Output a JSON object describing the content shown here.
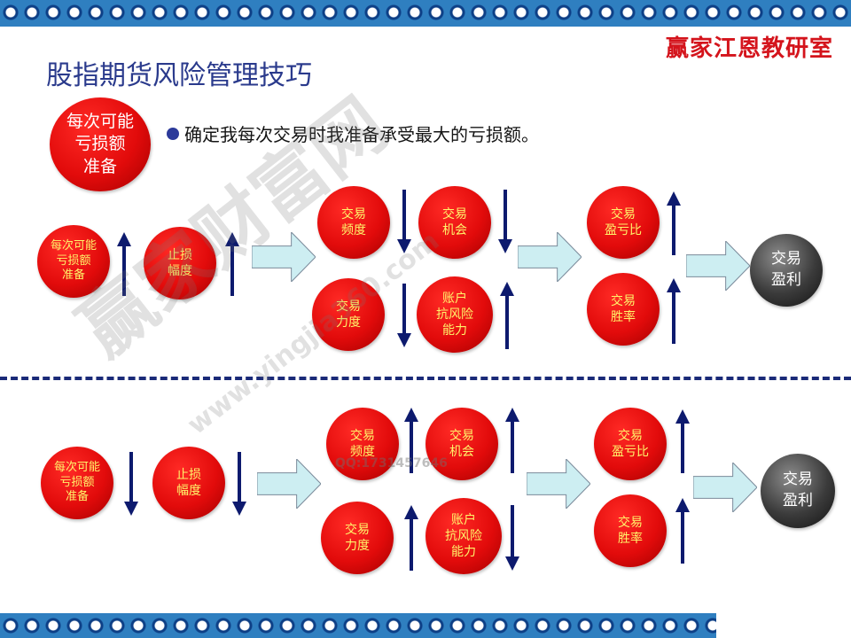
{
  "brand": "赢家江恩教研室",
  "title": "股指期货风险管理技巧",
  "bullet": "确定我每次交易时我准备承受最大的亏损额。",
  "intro_circle": "每次可能\n亏损额\n准备",
  "watermark": {
    "main": "赢家财富网",
    "url": "www.yingjia360.com",
    "qq": "QQ:1731457646"
  },
  "colors": {
    "circle_red": "#e20b0b",
    "circle_text": "#fff36a",
    "arrow_navy": "#0d1a6e",
    "block_arrow": "#cdeef2",
    "title_blue": "#2a3a8c",
    "brand_red": "#d4141c"
  },
  "top": {
    "loss": {
      "label": "每次可能\n亏损额\n准备",
      "dir": "up"
    },
    "stop": {
      "label": "止损\n幅度",
      "dir": "up"
    },
    "freq": {
      "label": "交易\n频度",
      "dir": "down"
    },
    "chance": {
      "label": "交易\n机会",
      "dir": "down"
    },
    "force": {
      "label": "交易\n力度",
      "dir": "down"
    },
    "risk": {
      "label": "账户\n抗风险\n能力",
      "dir": "up"
    },
    "pl_ratio": {
      "label": "交易\n盈亏比",
      "dir": "up"
    },
    "win_rate": {
      "label": "交易\n胜率",
      "dir": "up"
    },
    "result": {
      "label": "交易\n盈利"
    }
  },
  "bottom": {
    "loss": {
      "label": "每次可能\n亏损额\n准备",
      "dir": "down"
    },
    "stop": {
      "label": "止损\n幅度",
      "dir": "down"
    },
    "freq": {
      "label": "交易\n频度",
      "dir": "up"
    },
    "chance": {
      "label": "交易\n机会",
      "dir": "up"
    },
    "force": {
      "label": "交易\n力度",
      "dir": "up"
    },
    "risk": {
      "label": "账户\n抗风险\n能力",
      "dir": "down"
    },
    "pl_ratio": {
      "label": "交易\n盈亏比",
      "dir": "up"
    },
    "win_rate": {
      "label": "交易\n胜率",
      "dir": "up"
    },
    "result": {
      "label": "交易\n盈利"
    }
  }
}
